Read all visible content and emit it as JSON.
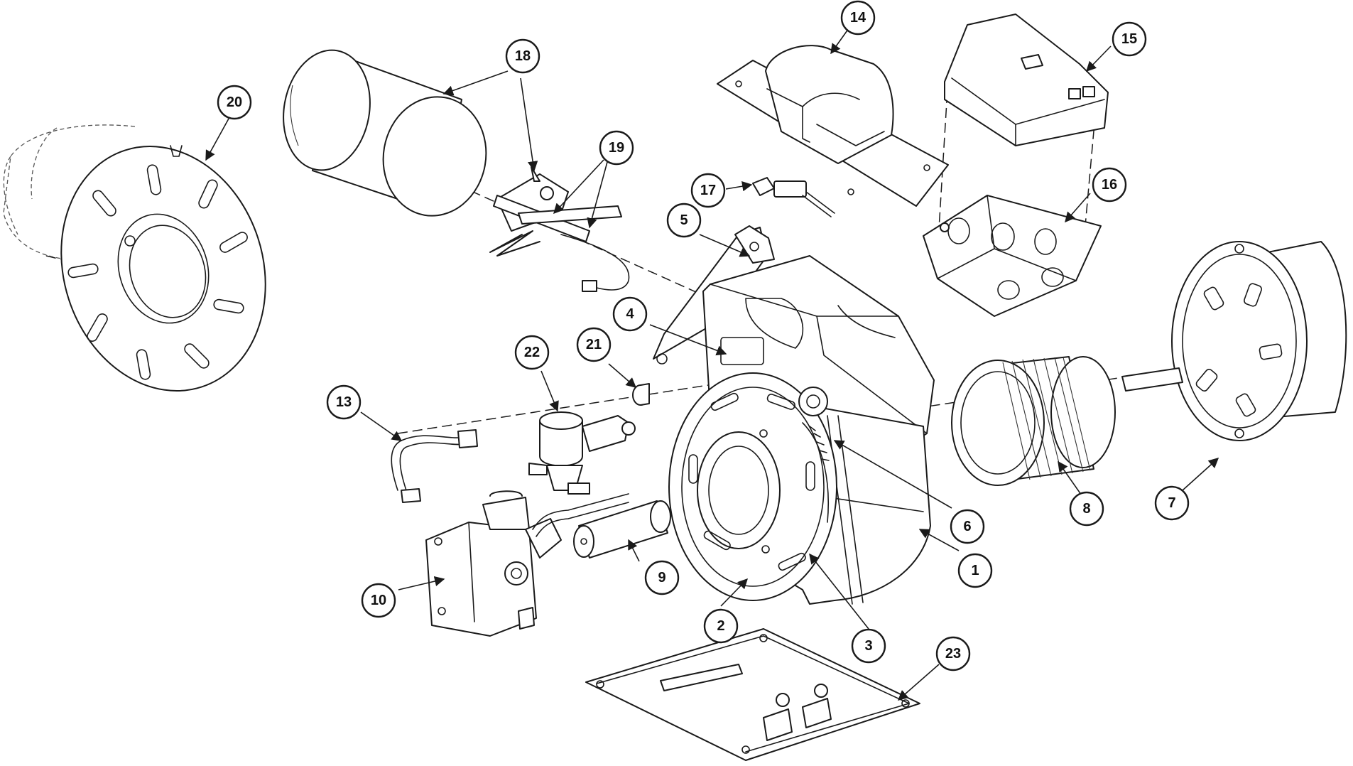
{
  "colors": {
    "line": "#1a1a1a",
    "background": "#ffffff"
  },
  "callouts": [
    {
      "label": "1"
    },
    {
      "label": "2"
    },
    {
      "label": "3"
    },
    {
      "label": "4"
    },
    {
      "label": "5"
    },
    {
      "label": "6"
    },
    {
      "label": "7"
    },
    {
      "label": "8"
    },
    {
      "label": "9"
    },
    {
      "label": "10"
    },
    {
      "label": "13"
    },
    {
      "label": "14"
    },
    {
      "label": "15"
    },
    {
      "label": "16"
    },
    {
      "label": "17"
    },
    {
      "label": "18"
    },
    {
      "label": "19"
    },
    {
      "label": "20"
    },
    {
      "label": "21"
    },
    {
      "label": "22"
    },
    {
      "label": "23"
    }
  ]
}
